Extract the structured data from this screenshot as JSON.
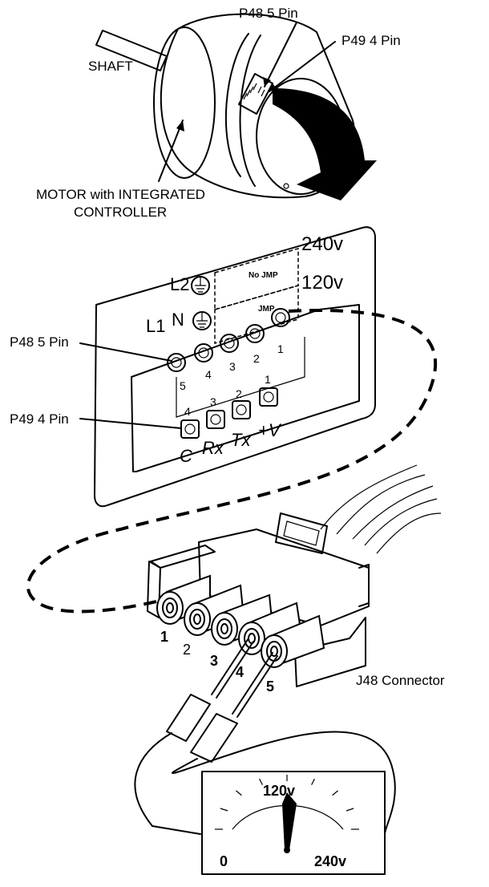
{
  "labels": {
    "shaft": "SHAFT",
    "p48_top": "P48 5 Pin",
    "p49_top": "P49 4 Pin",
    "motor_line1": "MOTOR with INTEGRATED",
    "motor_line2": "CONTROLLER",
    "p48_side": "P48 5 Pin",
    "p49_side": "P49 4 Pin",
    "j48": "J48 Connector"
  },
  "panel": {
    "v240": "240v",
    "v120": "120v",
    "no_jmp": "No JMP",
    "jmp": "JMP",
    "l2": "L2",
    "n": "N",
    "l1": "L1",
    "p48_pin_numbers": [
      "5",
      "4",
      "3",
      "2",
      "1"
    ],
    "p49_pin_numbers": [
      "4",
      "3",
      "2",
      "1"
    ],
    "signals": [
      "C",
      "Rx",
      "Tx",
      "+V"
    ]
  },
  "connector_pins": [
    "1",
    "2",
    "3",
    "4",
    "5"
  ],
  "meter": {
    "min": "0",
    "mid": "120v",
    "max": "240v",
    "reading_v": 120
  }
}
